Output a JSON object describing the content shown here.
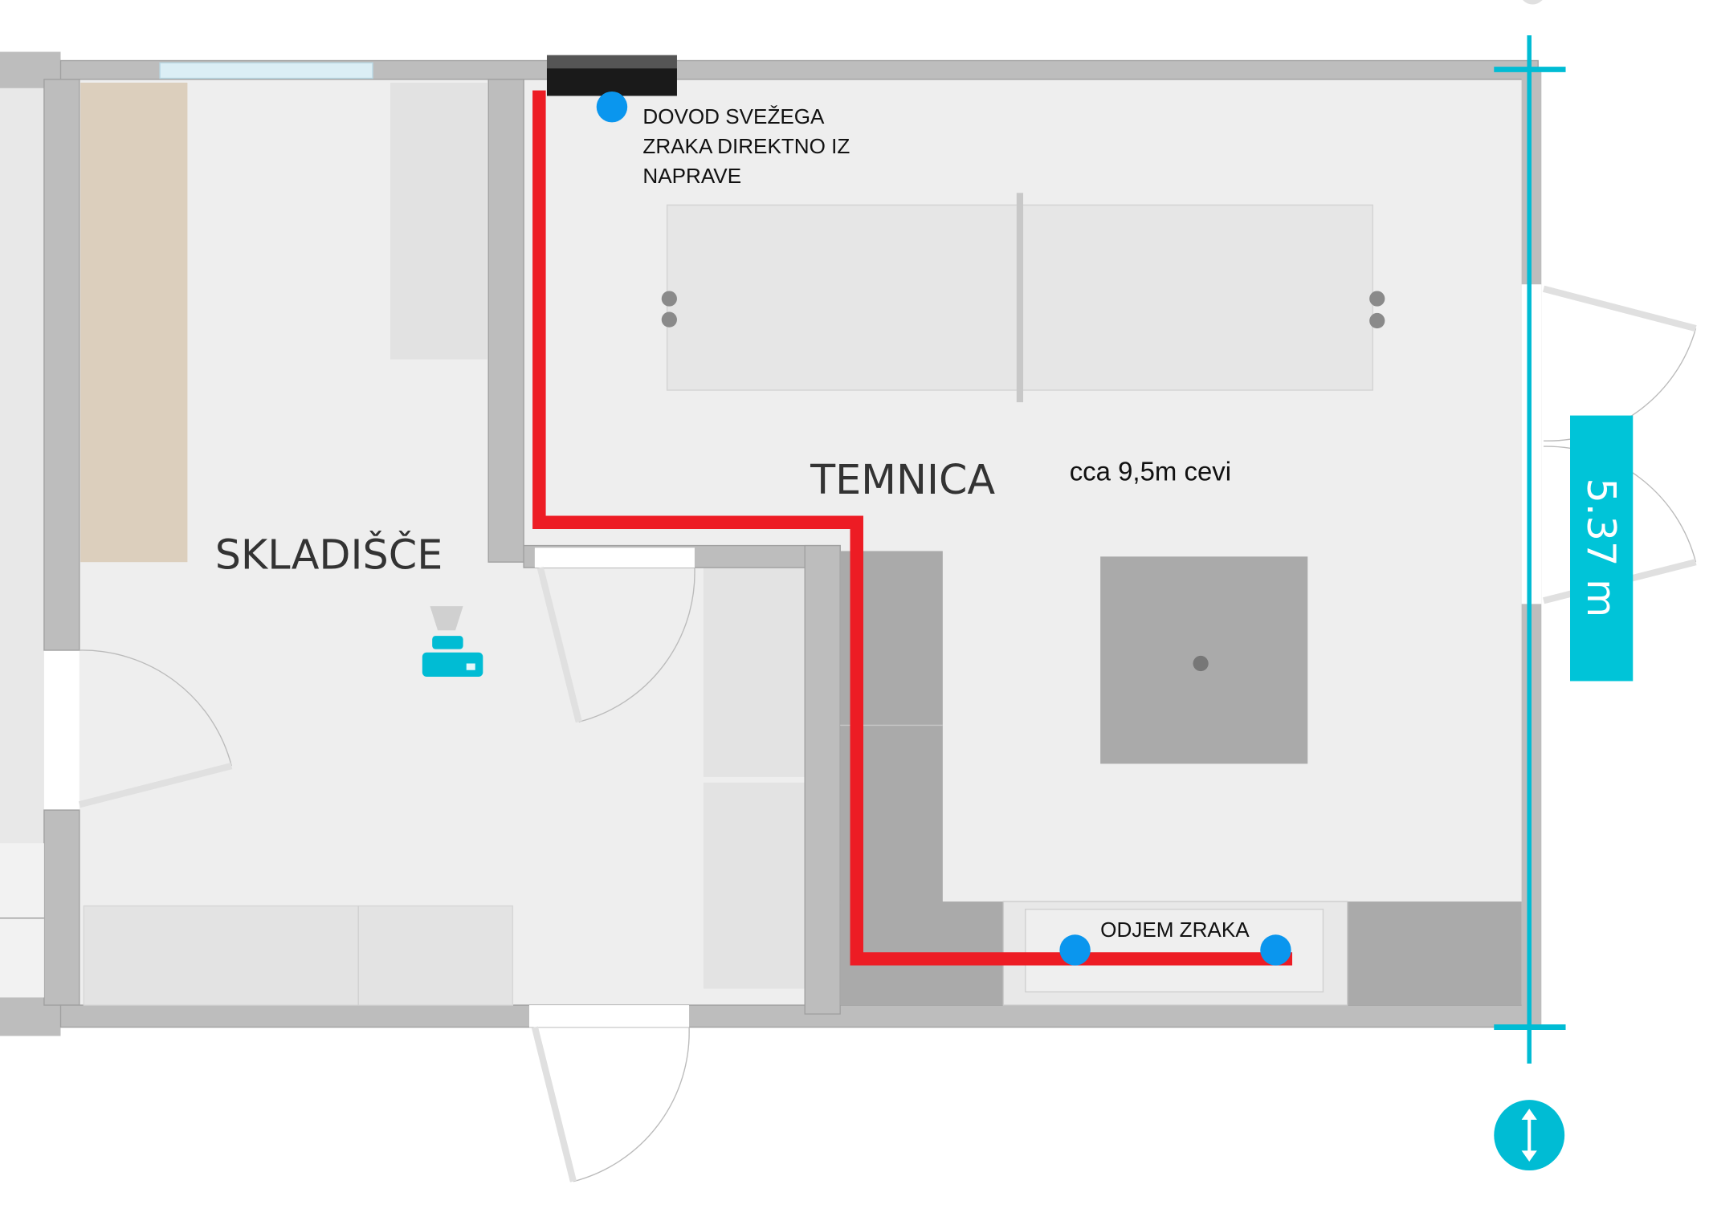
{
  "rooms": {
    "storage": "SKLADIŠČE",
    "darkroom": "TEMNICA"
  },
  "annotations": {
    "intake_line1": "DOVOD SVEŽEGA",
    "intake_line2": "ZRAKA DIREKTNO IZ",
    "intake_line3": "NAPRAVE",
    "exhaust": "ODJEM ZRAKA",
    "pipe_length": "cca 9,5m cevi"
  },
  "dimension": {
    "label": "5.37 m"
  },
  "colors": {
    "pipe": "#ed1c24",
    "vent_point": "#0a96ee",
    "dimension": "#00bcd4",
    "wall": "#bdbdbd",
    "floor": "#eeeeee"
  },
  "icons": [
    "printer-icon",
    "resize-vertical-icon"
  ]
}
